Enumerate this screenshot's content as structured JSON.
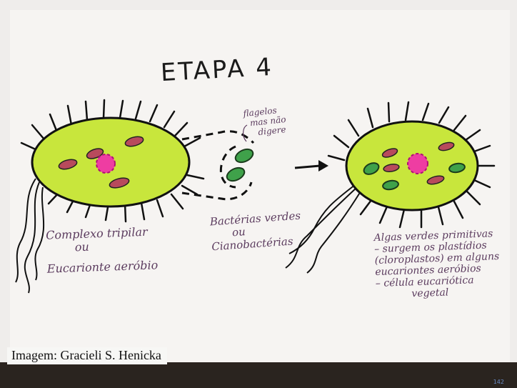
{
  "title": "ETAPA 4",
  "labels": {
    "left_organism": [
      "Complexo tripilar",
      "ou",
      "Eucarionte aeróbio"
    ],
    "flagella_note": [
      "flagelos",
      "mas não",
      "digere"
    ],
    "middle": [
      "Bactérias verdes",
      "ou",
      "Cianobactérias"
    ],
    "right_organism": [
      "Algas verdes primitivas",
      "– surgem os plastídios",
      "(cloroplastos) em alguns",
      "eucariontes aeróbios",
      "– célula eucariótica",
      "vegetal"
    ]
  },
  "credit": "Imagem: Gracieli S. Henicka",
  "page_number": "142",
  "colors": {
    "cell_fill": "#c8e63c",
    "nucleus": "#ee3da2",
    "organelle": "#b84a5c",
    "chloroplast": "#3fa14a",
    "outline": "#111111",
    "paper": "#f4f2f0",
    "frame": "#2a241f"
  }
}
